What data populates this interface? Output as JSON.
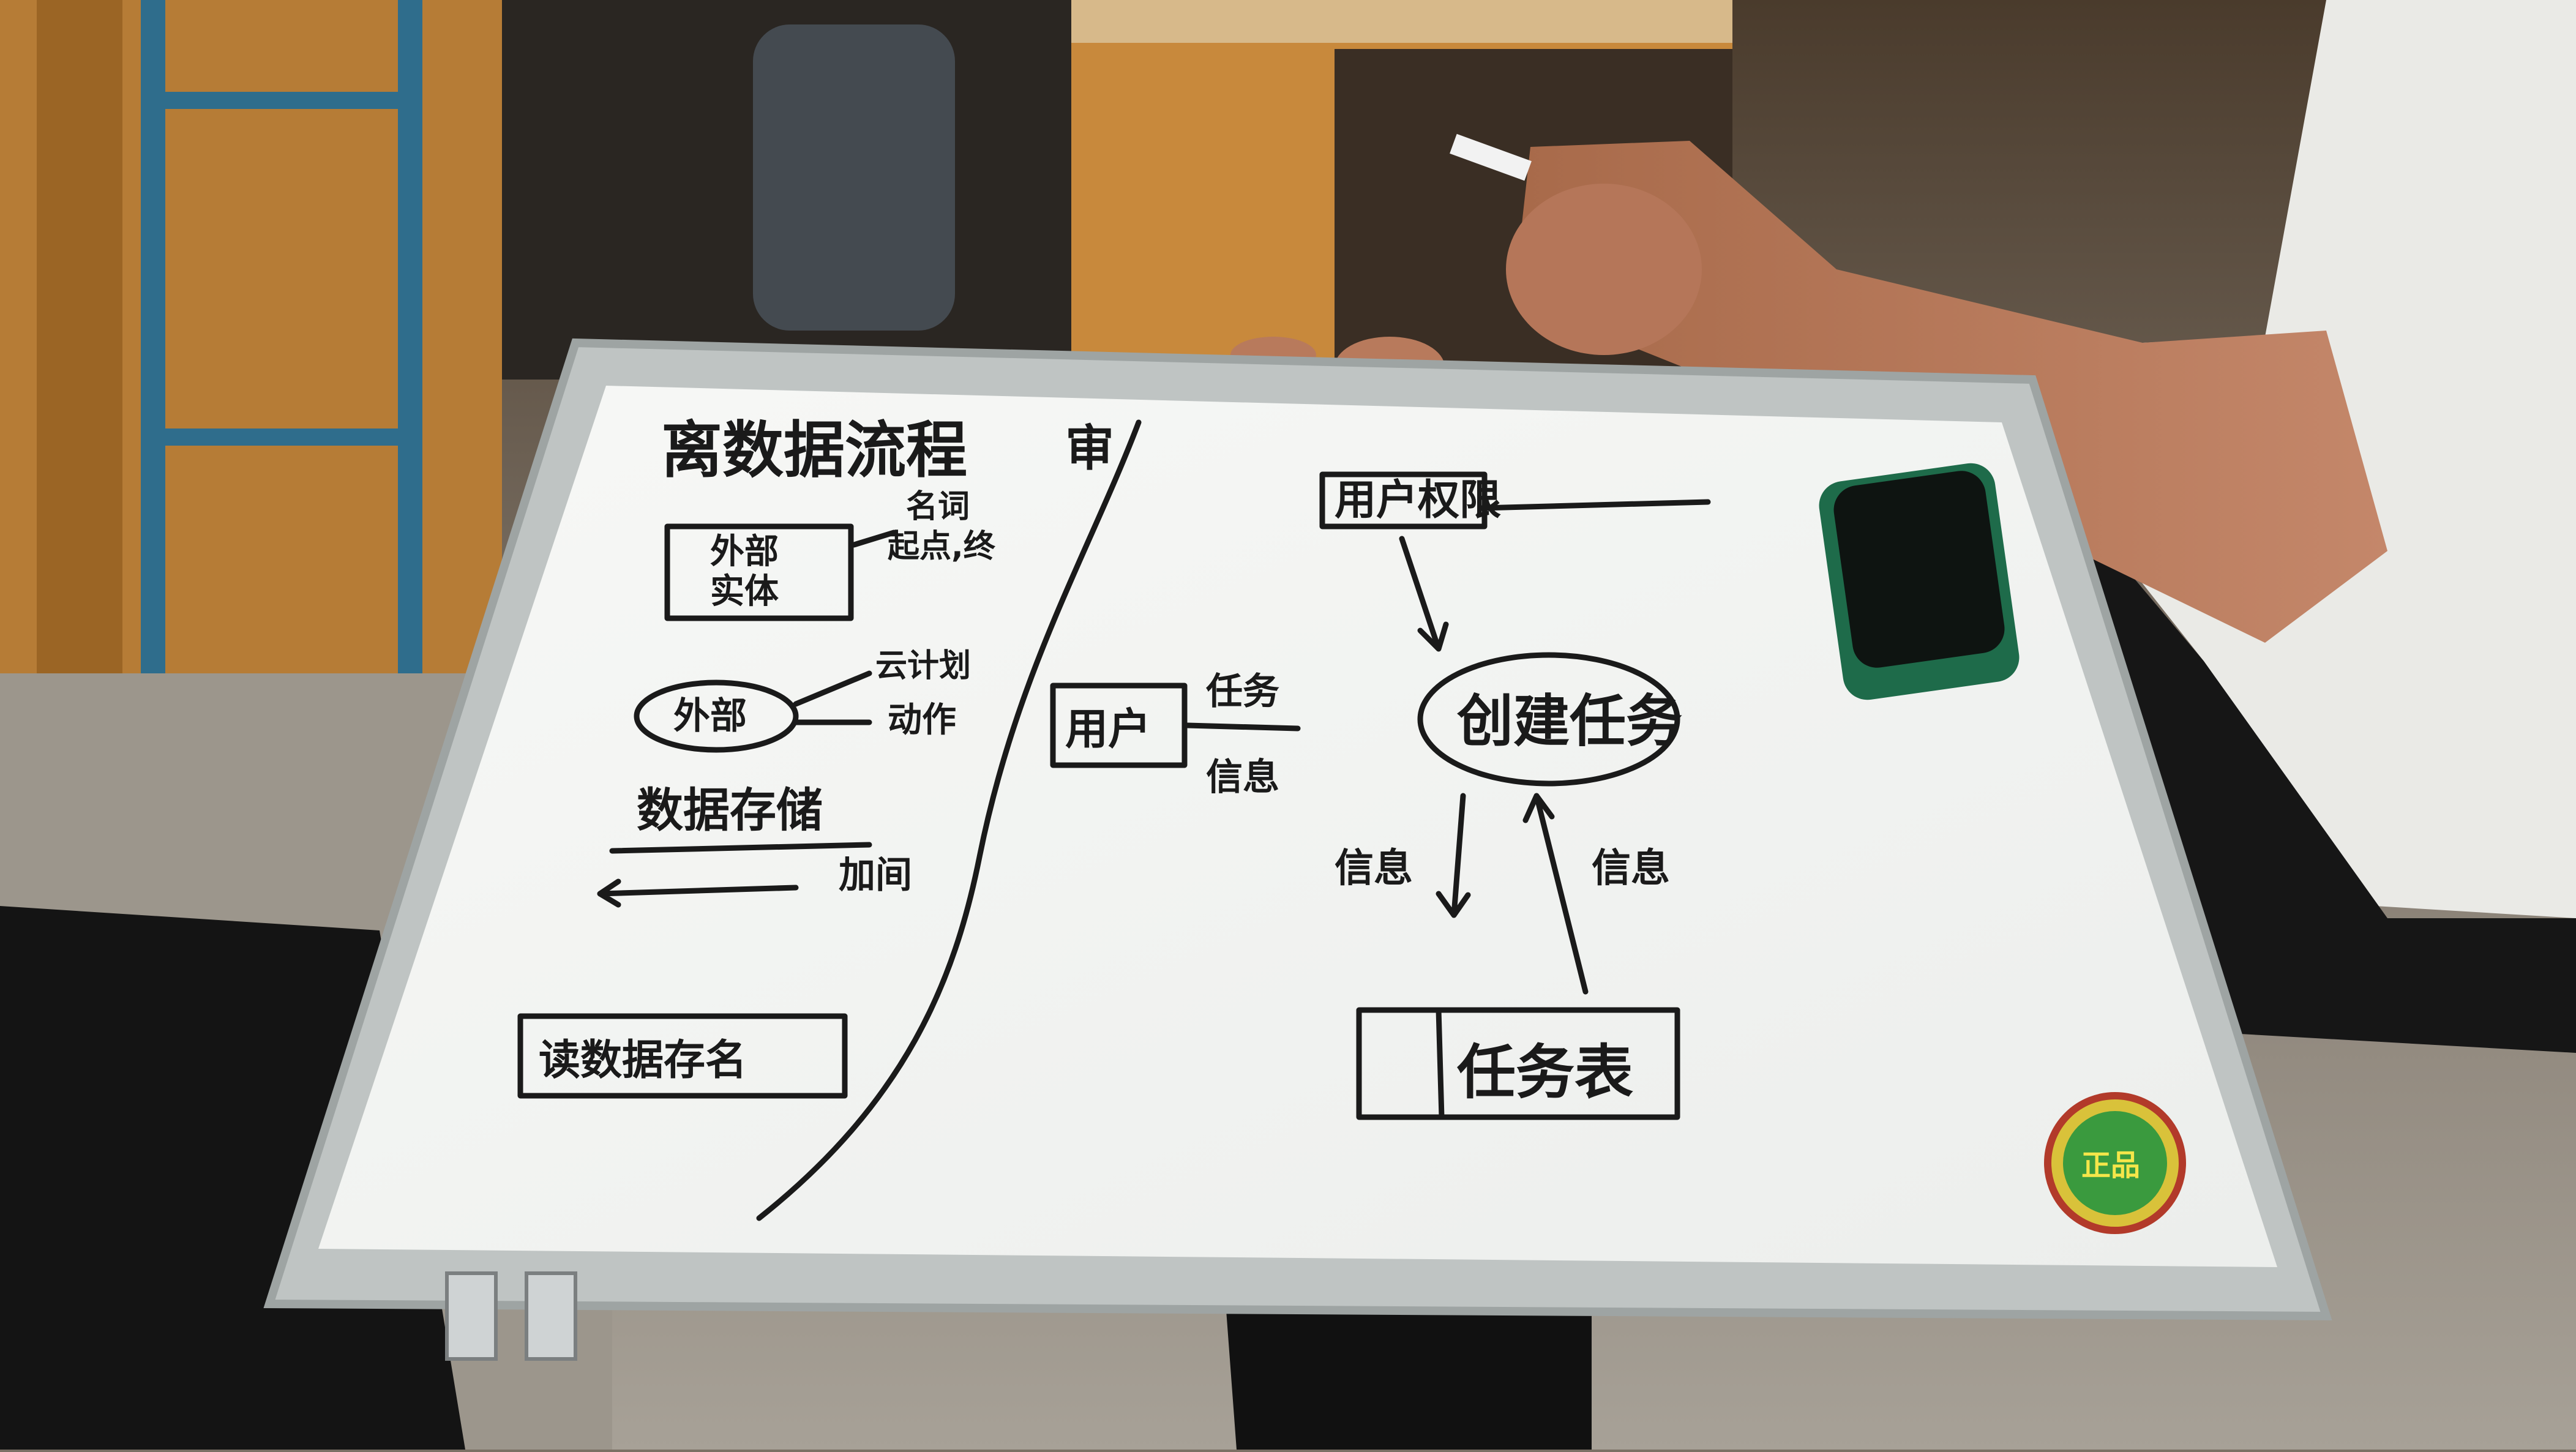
{
  "photo": {
    "subject": "whiteboard-photo",
    "colors": {
      "board": "#f4f5f2",
      "frame": "#bfc4c3",
      "ink": "#1a1a1a",
      "eraser": "#1e6b4a",
      "shirt": "#eaeae6",
      "floor": "#9c968c",
      "cabinet": "#c8893c"
    }
  },
  "whiteboard": {
    "left_panel": {
      "title": "离数据流程",
      "title_suffix": "审",
      "box1_line1": "外部",
      "box1_line2": "实体",
      "box1_note1": "名词",
      "box1_note2": "起点,终",
      "oval_label": "外部",
      "oval_note1": "云计划",
      "oval_note2": "动作",
      "store_label": "数据存储",
      "store_note": "加间",
      "bottom_box": "读数据存名"
    },
    "right_panel": {
      "top_box": "用户权限",
      "center_oval": "创建任务",
      "left_box": "用户",
      "left_arrow_top": "任务",
      "left_arrow_bottom": "信息",
      "down_arrow_label": "信息",
      "up_arrow_label": "信息",
      "bottom_box": "任务表"
    },
    "sticker_text": "正品"
  }
}
